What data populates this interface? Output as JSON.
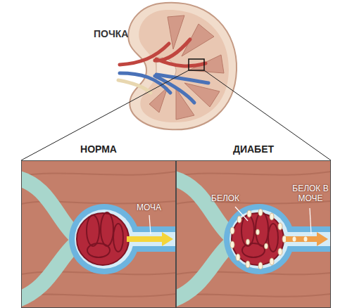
{
  "diagram": {
    "nodes": [
      {
        "text": [
          "НОРМА"
        ]
      },
      {
        "text": [
          "ДИАБЕТ"
        ]
      }
    ],
    "labels": [
      "ПОЧКА",
      "МОЧА",
      "БЕЛОК",
      "БЕЛОК В МОЧЕ"
    ]
  }
}
